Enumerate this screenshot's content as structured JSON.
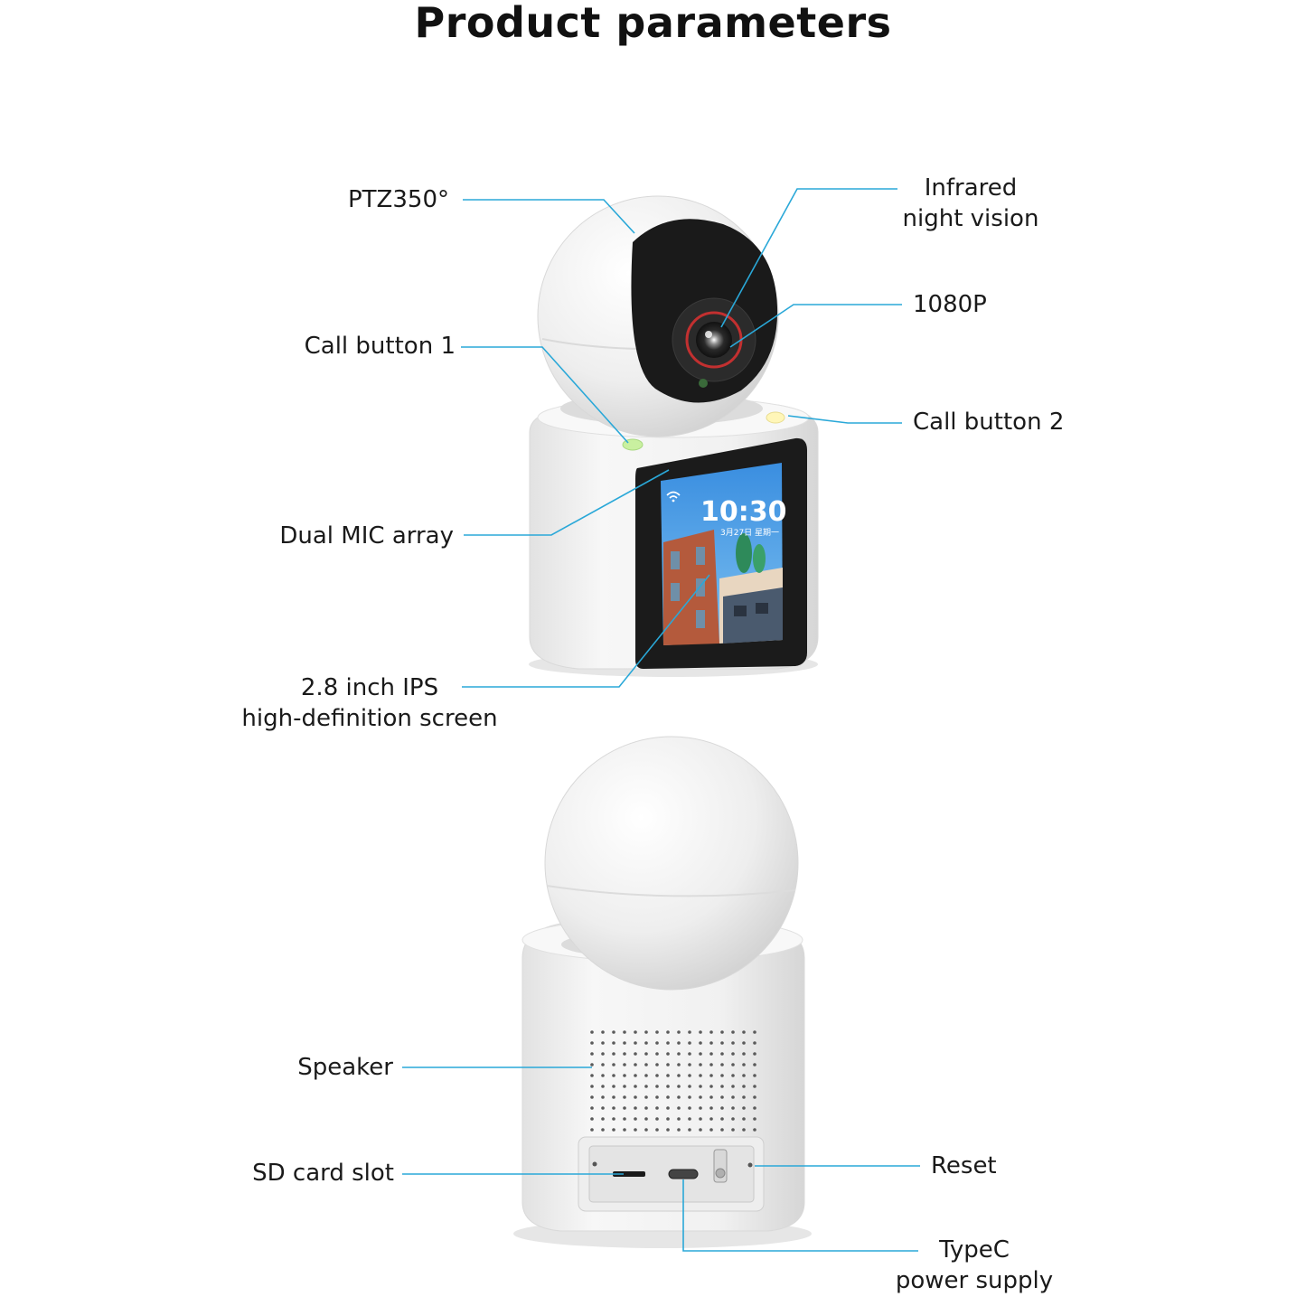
{
  "title": "Product parameters",
  "colors": {
    "leader_line": "#2aa8d8",
    "device_body": "#f3f3f3",
    "screen_sky": "#3f8fd8"
  },
  "screen": {
    "time": "10:30",
    "date": "3月27日 星期一"
  },
  "callouts": {
    "ptz": "PTZ350°",
    "infrared_line1": "Infrared",
    "infrared_line2": "night vision",
    "resolution": "1080P",
    "call_button_1": "Call button 1",
    "call_button_2": "Call button 2",
    "dual_mic": "Dual MIC array",
    "screen_line1": "2.8 inch IPS",
    "screen_line2": "high-definition screen",
    "speaker": "Speaker",
    "sd_card": "SD card slot",
    "reset": "Reset",
    "typec_line1": "TypeC",
    "typec_line2": "power supply"
  }
}
